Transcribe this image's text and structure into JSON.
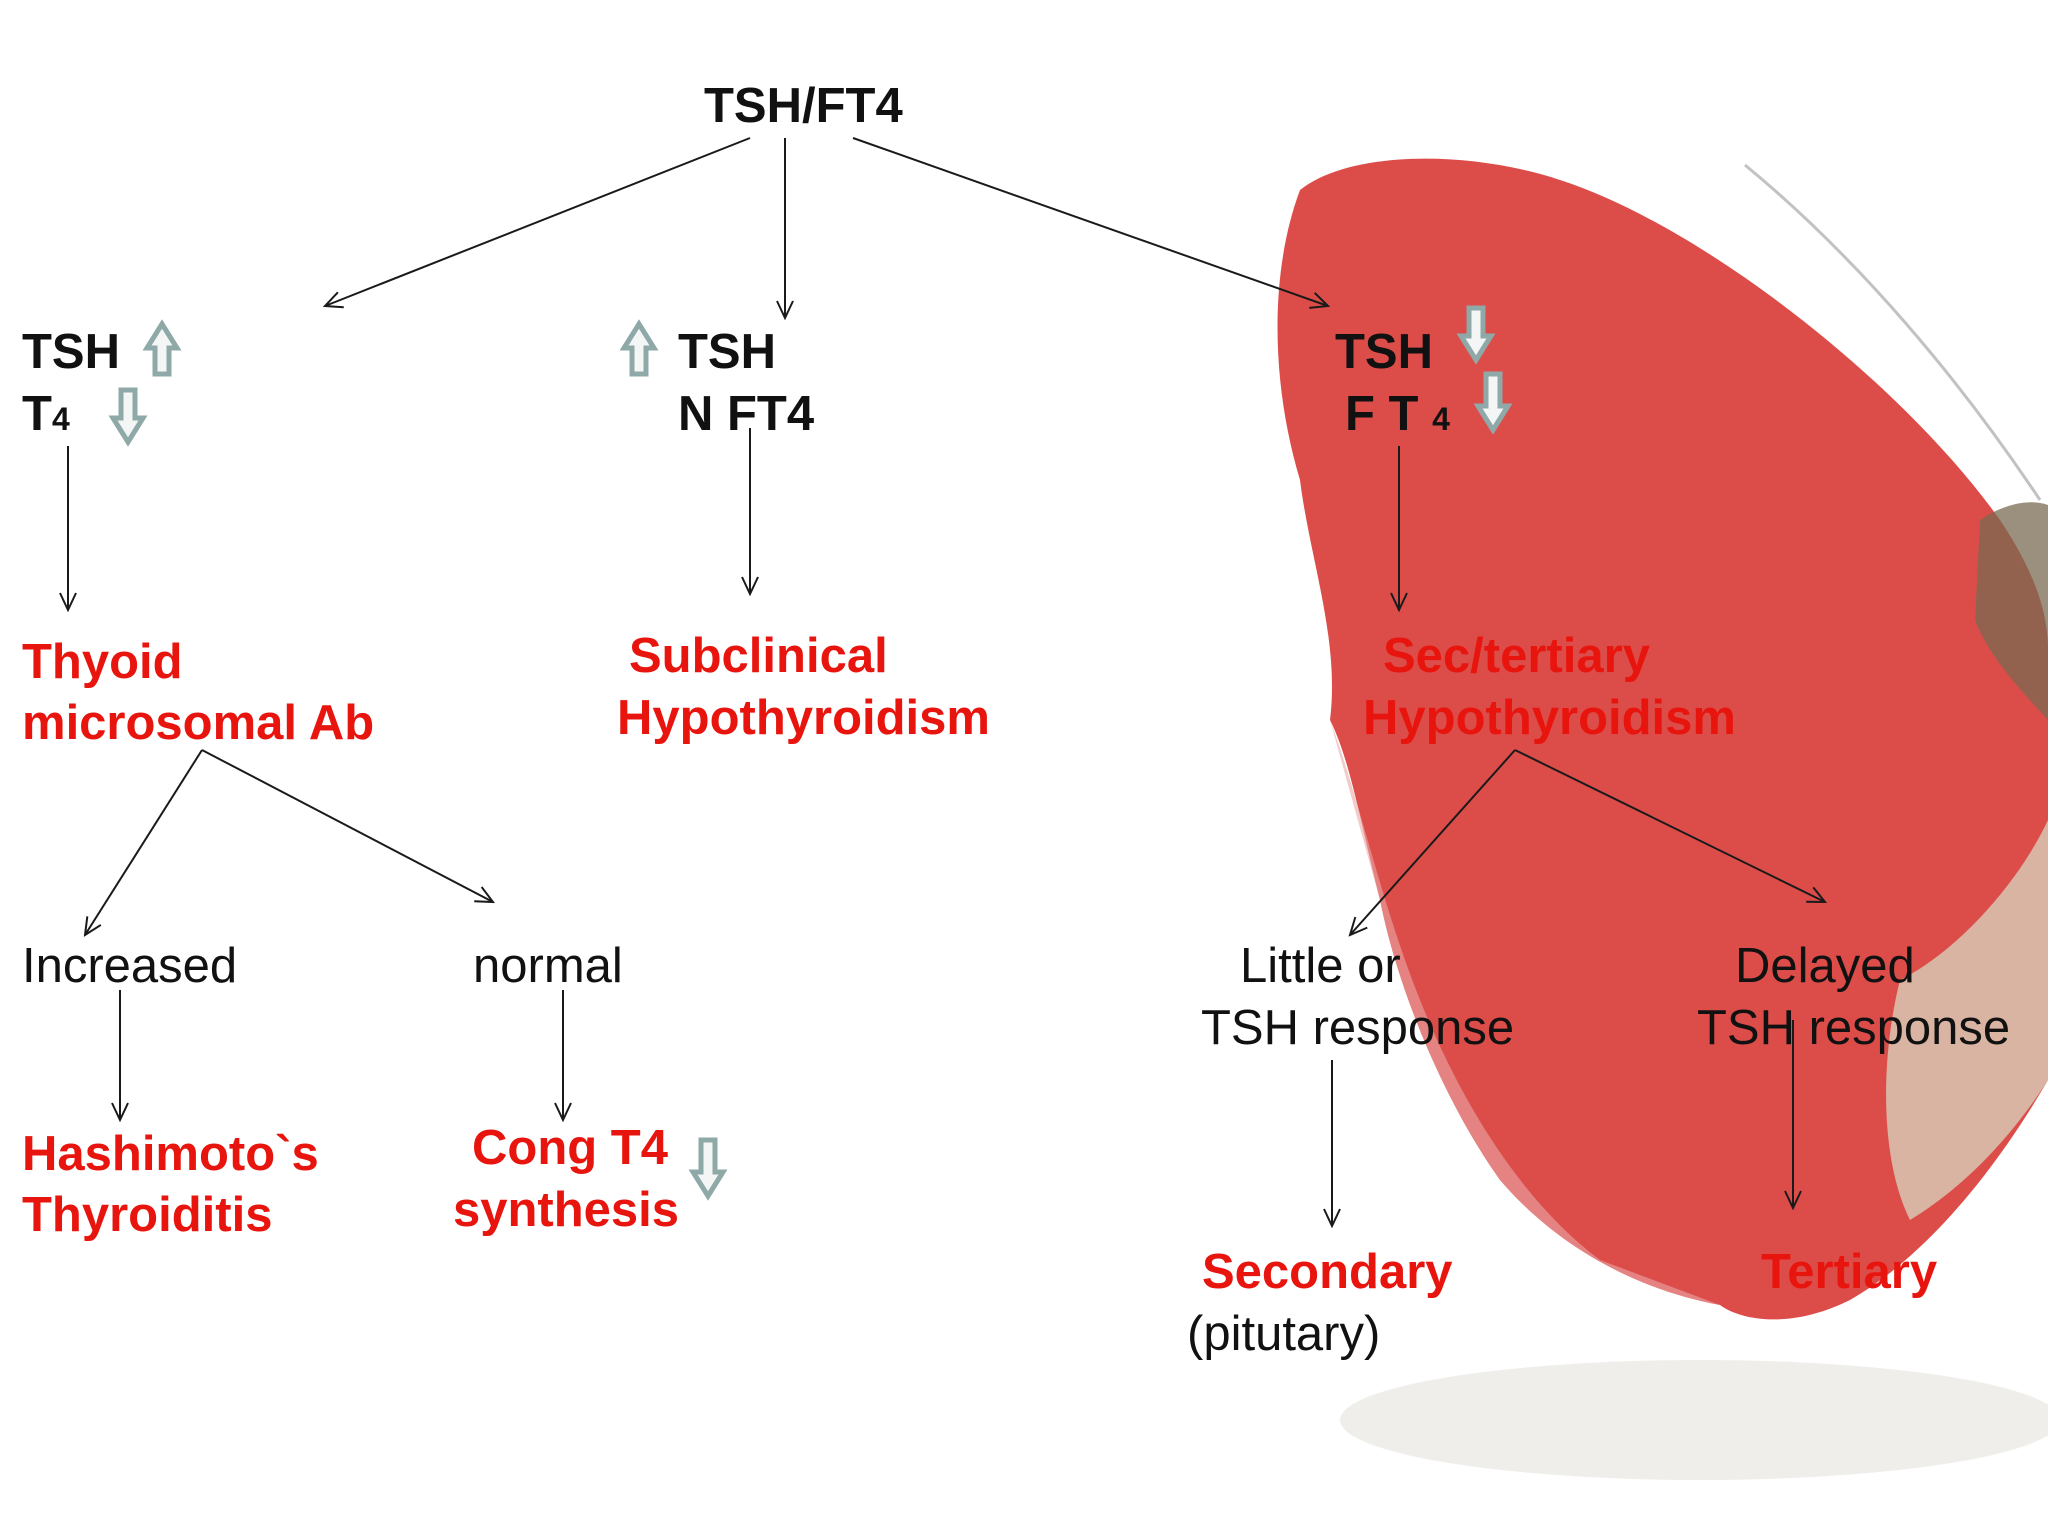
{
  "colors": {
    "result_text": "#e8150f",
    "label_text": "#111111",
    "indicator_arrow": "#8fa8a8",
    "connector": "#1a1a1a",
    "butterfly_wing": "#d83a36"
  },
  "icons": {
    "decoration": "butterfly-wing",
    "increase": "up-hollow-arrow-icon",
    "decrease": "down-hollow-arrow-icon"
  },
  "root": {
    "label": "TSH/FT4"
  },
  "left": {
    "line1": "TSH",
    "line2_base": "T",
    "line2_sub": "4",
    "result_line1": "Thyoid",
    "result_line2": "microsomal Ab",
    "branch_a": {
      "label": "Increased",
      "result_line1": "Hashimoto`s",
      "result_line2": "Thyroiditis"
    },
    "branch_b": {
      "label": "normal",
      "result_line1": "Cong T4",
      "result_line2": "synthesis"
    }
  },
  "middle": {
    "line1": "TSH",
    "line2": "N FT4",
    "result_line1": "Subclinical",
    "result_line2": "Hypothyroidism"
  },
  "right": {
    "line1": "TSH",
    "line2_base": "F T",
    "line2_sub": "4",
    "result_line1": "Sec/tertiary",
    "result_line2": "Hypothyroidism",
    "branch_a": {
      "line1": "Little or",
      "line2": "TSH response",
      "result": "Secondary",
      "result_note": "(pitutary)"
    },
    "branch_b": {
      "line1": "Delayed",
      "line2": "TSH response",
      "result": "Tertiary"
    }
  }
}
